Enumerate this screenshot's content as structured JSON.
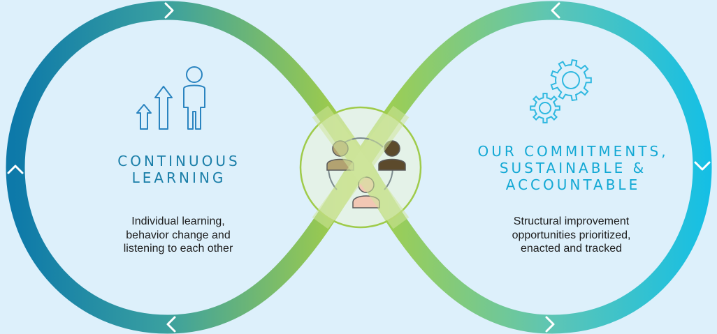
{
  "colors": {
    "background": "#ddf0fb",
    "blue_dark": "#0e79a8",
    "cyan": "#14bfe6",
    "green_light": "#a7cf45",
    "left_title": "#1a7ea8",
    "right_title": "#12a8d4",
    "icon_left": "#2a84c0",
    "icon_right": "#2fb8e0",
    "center_ring": "#9fcb4a",
    "person_tan": "#b2a271",
    "person_dark": "#5c4a2c",
    "person_pink": "#f2c7b4"
  },
  "left": {
    "icon": "growth-person-icon",
    "title_lines": [
      "CONTINUOUS",
      "LEARNING"
    ],
    "desc_lines": [
      "Individual learning,",
      "behavior change and",
      "listening to each other"
    ]
  },
  "right": {
    "icon": "gears-icon",
    "title_lines": [
      "OUR COMMITMENTS,",
      "SUSTAINABLE &",
      "ACCOUNTABLE"
    ],
    "desc_lines": [
      "Structural improvement",
      "opportunities prioritized,",
      "enacted and tracked"
    ]
  },
  "center": {
    "icon": "people-group-icon"
  }
}
